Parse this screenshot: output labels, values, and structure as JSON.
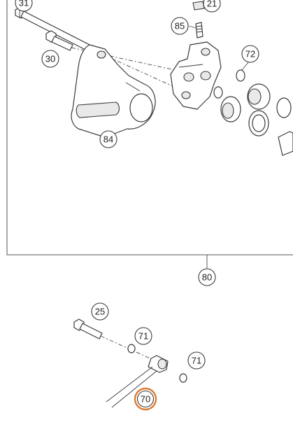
{
  "diagram": {
    "callouts": {
      "p31": "31",
      "p21": "21",
      "p85": "85",
      "p30": "30",
      "p72": "72",
      "p84": "84",
      "p80": "80",
      "p25": "25",
      "p71a": "71",
      "p71b": "71",
      "p70": "70"
    },
    "colors": {
      "line": "#3a3a3a",
      "highlight": "#e07a2e",
      "background": "#ffffff"
    },
    "highlighted_part": "70"
  }
}
